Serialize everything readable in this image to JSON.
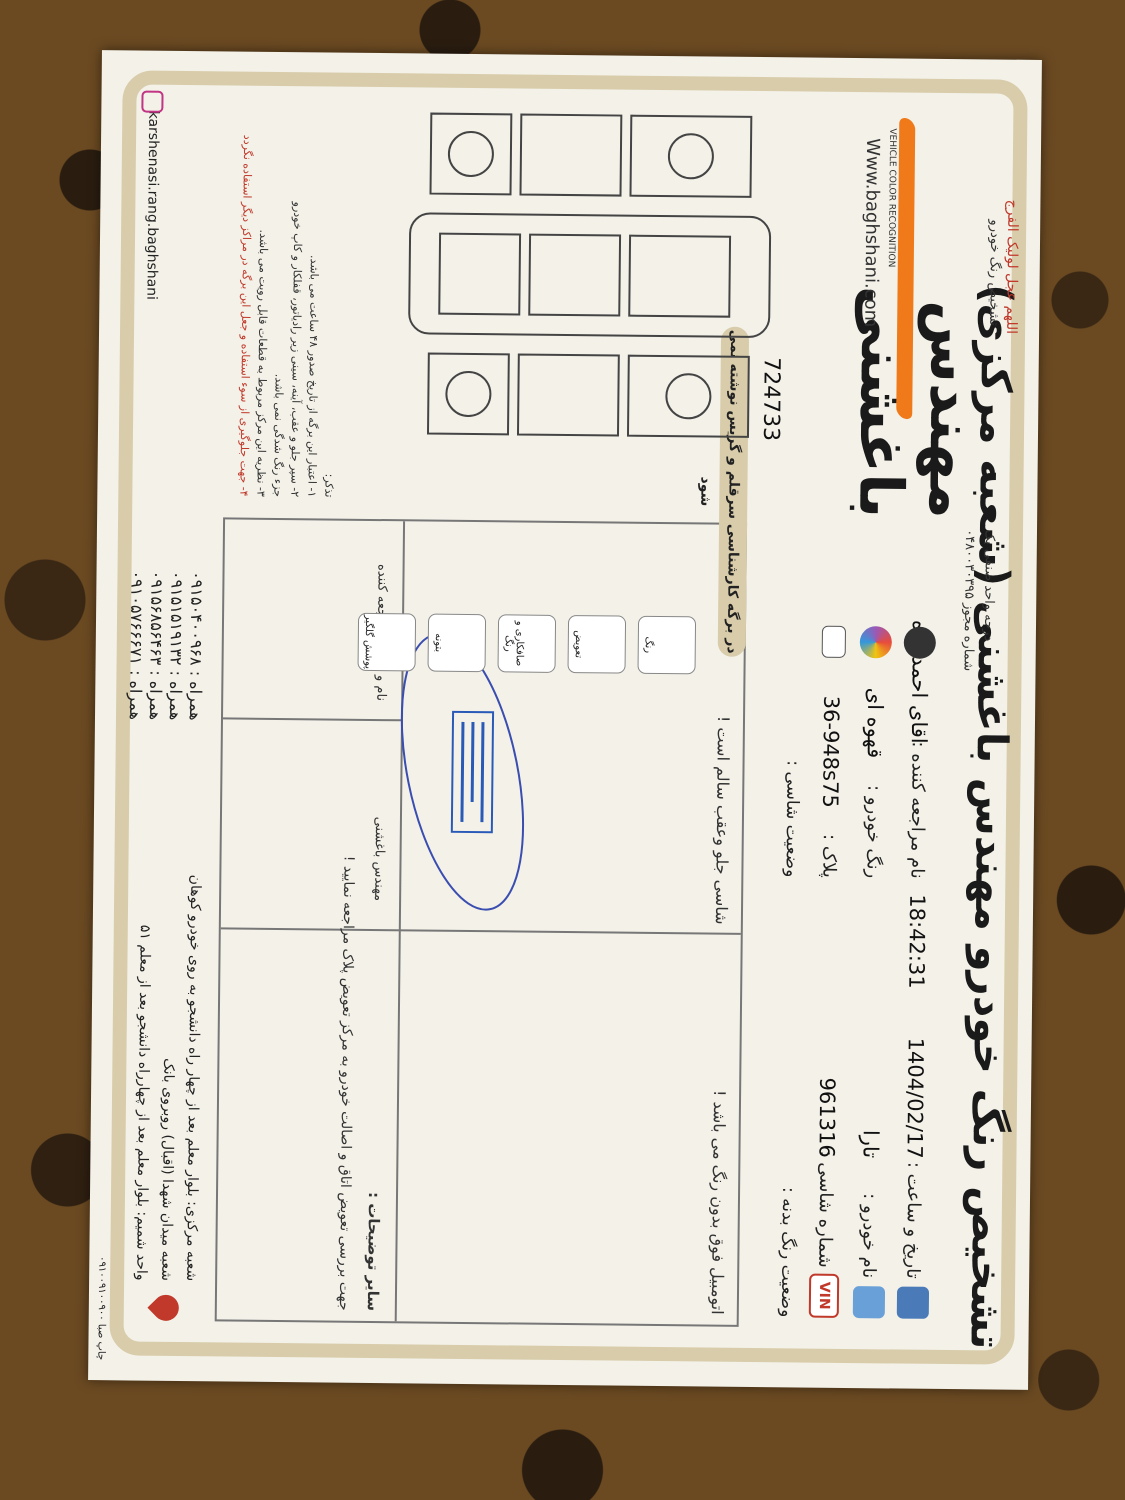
{
  "header": {
    "title": "تشخیص رنگ خودرو مهندس باغشنی (شعبه مرکزی)",
    "bismillah": "اللهم عجل لولیک الفرج",
    "subtitle": "تشخیص رنگ خودرو",
    "grade": "درجه واحد صنفی یک",
    "license": "شماره مجوز ۰۴۸۰۰۳۰۳۹۵",
    "logo_text": "مهندس باغشنی",
    "logo_sub": "VEHICLE COLOR RECOGNITION",
    "website": "Www.baghshani.com"
  },
  "info": {
    "datetime_label": "تاریخ و ساعت :",
    "date": "1404/02/17",
    "time": "18:42:31",
    "visitor_label": "نام مراجعه کننده :",
    "visitor": "اقای احمدزاده",
    "car_label": "نام خودرو :",
    "car": "تارا",
    "color_label": "رنگ خودرو :",
    "color": "قهوه ای",
    "chassis_label": "شماره شاسی :",
    "chassis": "961316",
    "plate_label": "پلاک :",
    "plate": "36-948s75",
    "vin_badge": "VIN"
  },
  "status": {
    "paint_label": "وضعیت رنگ بدنه :",
    "paint_text": "اتومبیل فوق بدون رنگ می باشد !",
    "chassis_label": "وضعیت شاسی :",
    "chassis_text": "شاسی جلو وعقب سالم است !"
  },
  "table": {
    "other_notes_label": "سایر توضیحات :",
    "other_notes_text": "جهت بررسی تعویض اتاق و اصالت خودرو به مرکز تعویض پلاک مراجعه نمایید !",
    "visitor_sign_label": "نام و امضاء مراجعه کننده",
    "expert_label": "مهندس باغشنی"
  },
  "notice": "در برگه کارشناسی سرقلم و گریس نوشته نمی شود",
  "legend": [
    "رنگ",
    "تعویض",
    "صافکاری و رنگ",
    "بتونه",
    "پوشش گلگیر"
  ],
  "notes": [
    "تذکر:",
    "۱- اعتبار این برگه از تاریخ صدور ۴۸ ساعت می باشد.",
    "۲- سپر جلو و عقب، آینه، سینی زیر رادیاتور، قفلکار و کاپ خودرو",
    "جزء رنگ شدگی نمی باشد.",
    "۳- نظریه این مرکز مربوط به قطعات قابل رویت می باشد.",
    "۴- جهت جلوگیری از سوء استفاده و جعل این برگه در مراکز دیگر استفاده نگردد"
  ],
  "serial": "724733",
  "contacts": [
    "همراه : ۰۹۱۵۰۴۰۰۹۶۸",
    "همراه : ۰۹۱۵۱۵۱۹۱۳۲",
    "همراه : ۰۹۱۵۶۸۵۶۴۶۳",
    "همراه : ۰۹۱۰۵۷۶۶۶۷۱"
  ],
  "addresses": [
    "شعبه مرکزی: بلوار معلم بعد از چهار راه دانشجو به روی خودرو کوهان",
    "شعبه میدان شهدا (اقبال) روبروی بانک",
    "واحد شمیم: بلوار معلم بعد از چهارراه دانشجو بعد از معلم ۵۱"
  ],
  "instagram": "karshenasi.rang.baghshani",
  "print_note": "چاپ صبا ۰۹۱۰۰۹۱۰۰۹۰۰"
}
